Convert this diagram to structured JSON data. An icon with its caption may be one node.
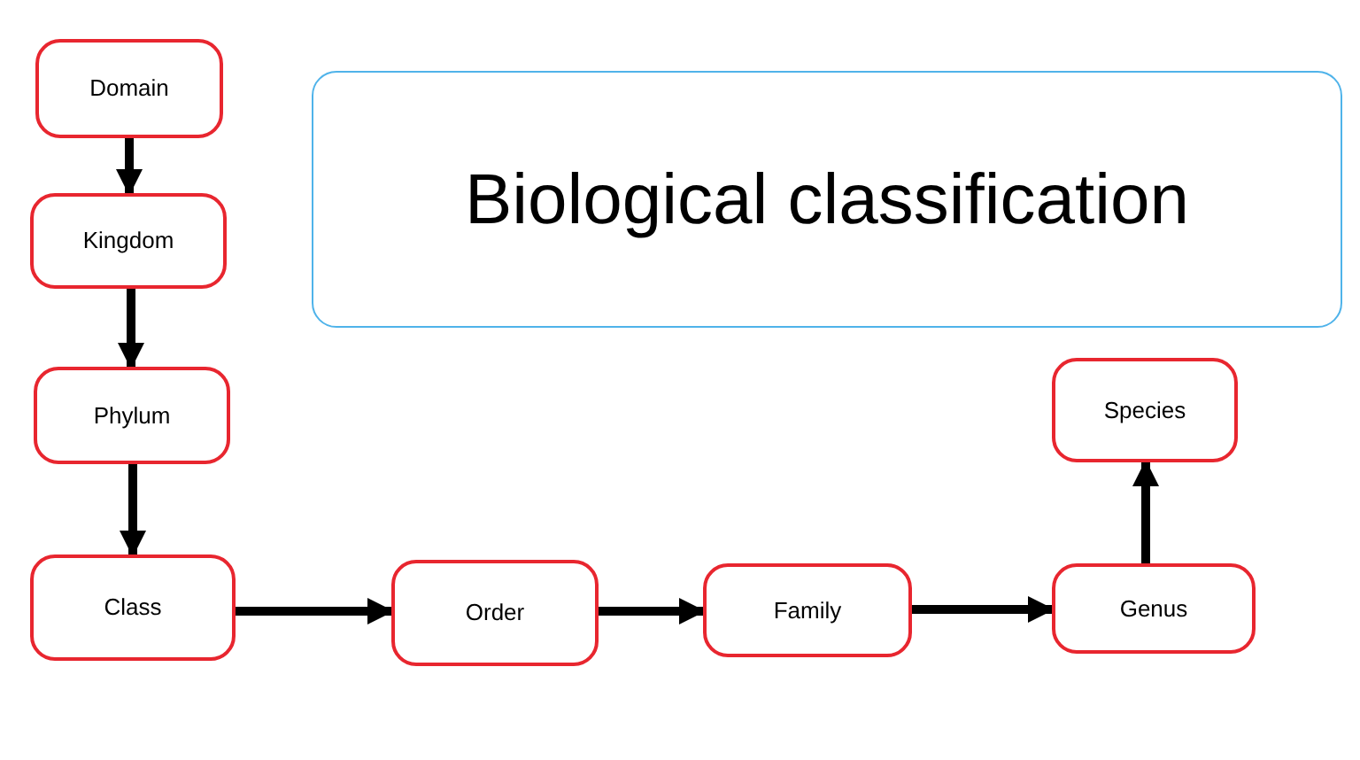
{
  "diagram": {
    "title": "Biological classification",
    "nodes": [
      {
        "text": [
          "Domain"
        ]
      },
      {
        "text": [
          "Kingdom"
        ]
      },
      {
        "text": [
          "Phylum"
        ]
      },
      {
        "text": [
          "Class"
        ]
      },
      {
        "text": [
          "Order"
        ]
      },
      {
        "text": [
          "Family"
        ]
      },
      {
        "text": [
          "Genus"
        ]
      },
      {
        "text": [
          "Species"
        ]
      }
    ],
    "edges": [
      {
        "from": 0,
        "to": 1,
        "arrow": "to"
      },
      {
        "from": 1,
        "to": 2,
        "arrow": "to"
      },
      {
        "from": 2,
        "to": 3,
        "arrow": "to"
      },
      {
        "from": 3,
        "to": 4,
        "arrow": "to"
      },
      {
        "from": 4,
        "to": 5,
        "arrow": "to"
      },
      {
        "from": 5,
        "to": 6,
        "arrow": "to"
      },
      {
        "from": 6,
        "to": 7,
        "arrow": "to"
      }
    ]
  }
}
